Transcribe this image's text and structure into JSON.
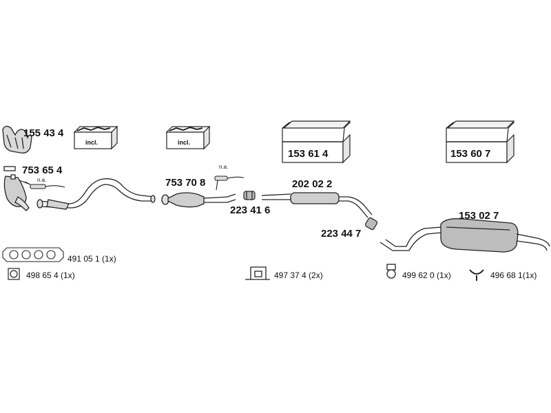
{
  "parts": {
    "manifold": "155 43 4",
    "manifold_box": "incl.",
    "box_second": "incl.",
    "catalyst_front": "753 65 4",
    "catalyst_front_note": "n.a.",
    "catalyst_mid": "753 70 8",
    "catalyst_mid_note": "n.a.",
    "clamp_1": "223 41 6",
    "middle_silencer": "202 02 2",
    "clamp_2": "223 44 7",
    "kit_1": "153 61 4",
    "kit_2": "153 60 7",
    "rear_silencer": "153 02 7"
  },
  "accessories": {
    "gasket_manifold": "491 05 1 (1x)",
    "gasket_flange": "498 65 4 (1x)",
    "bracket": "497 37 4 (2x)",
    "rubber_mount": "499 62 0 (1x)",
    "hanger": "496 68 1(1x)"
  }
}
